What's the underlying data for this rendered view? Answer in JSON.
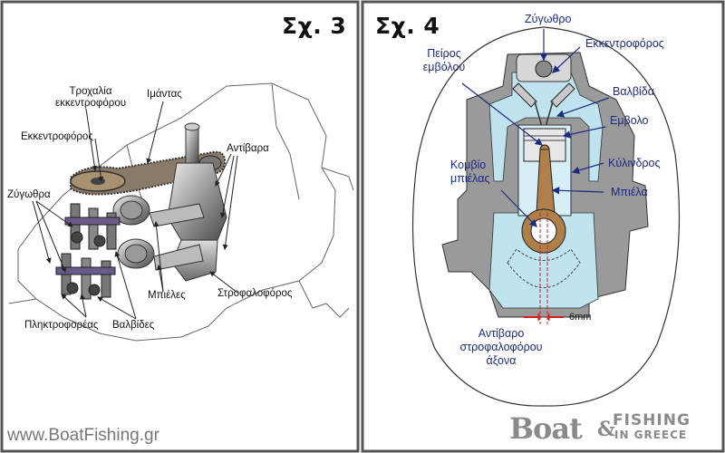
{
  "panel3": {
    "fig_label": "Σχ. 3",
    "labels": {
      "pulley": "Τροχαλία\nεκκεντροφόρου",
      "belt": "Ιμάντας",
      "camshaft": "Εκκεντροφόρος",
      "counterweights": "Αντίβαρα",
      "rockers": "Ζύγωθρα",
      "conrods": "Μπιέλες",
      "crankshaft": "Στροφαλοφόρος",
      "tappets": "Πληκτροφορέας",
      "valves": "Βαλβίδες"
    }
  },
  "panel4": {
    "fig_label": "Σχ. 4",
    "labels": {
      "rocker": "Ζύγωθρο",
      "camshaft": "Εκκεντροφόρος",
      "pin": "Πείρος\nεμβόλου",
      "valve": "Βαλβίδα",
      "piston": "Εμβολο",
      "conrod_bolt": "Κομβίο\nμπιέλας",
      "cylinder": "Κύλινδρος",
      "conrod": "Μπιέλα",
      "offset": "6mm",
      "counterweight": "Αντίβαρο\nστροφαλοφόρου\nάξονα"
    }
  },
  "footer": {
    "url": "www.BoatFishing.gr",
    "brand_boat": "Boat",
    "brand_amp": "&",
    "brand_fishing": "FISHING",
    "brand_greece": "IN GREECE"
  },
  "colors": {
    "frame": "#555555",
    "label_blue": "#1c2a82",
    "water_blue": "#bfe3ef",
    "conrod_brown": "#b0804a",
    "belt_dark": "#4a4a4a",
    "offset_red": "#d62020"
  }
}
